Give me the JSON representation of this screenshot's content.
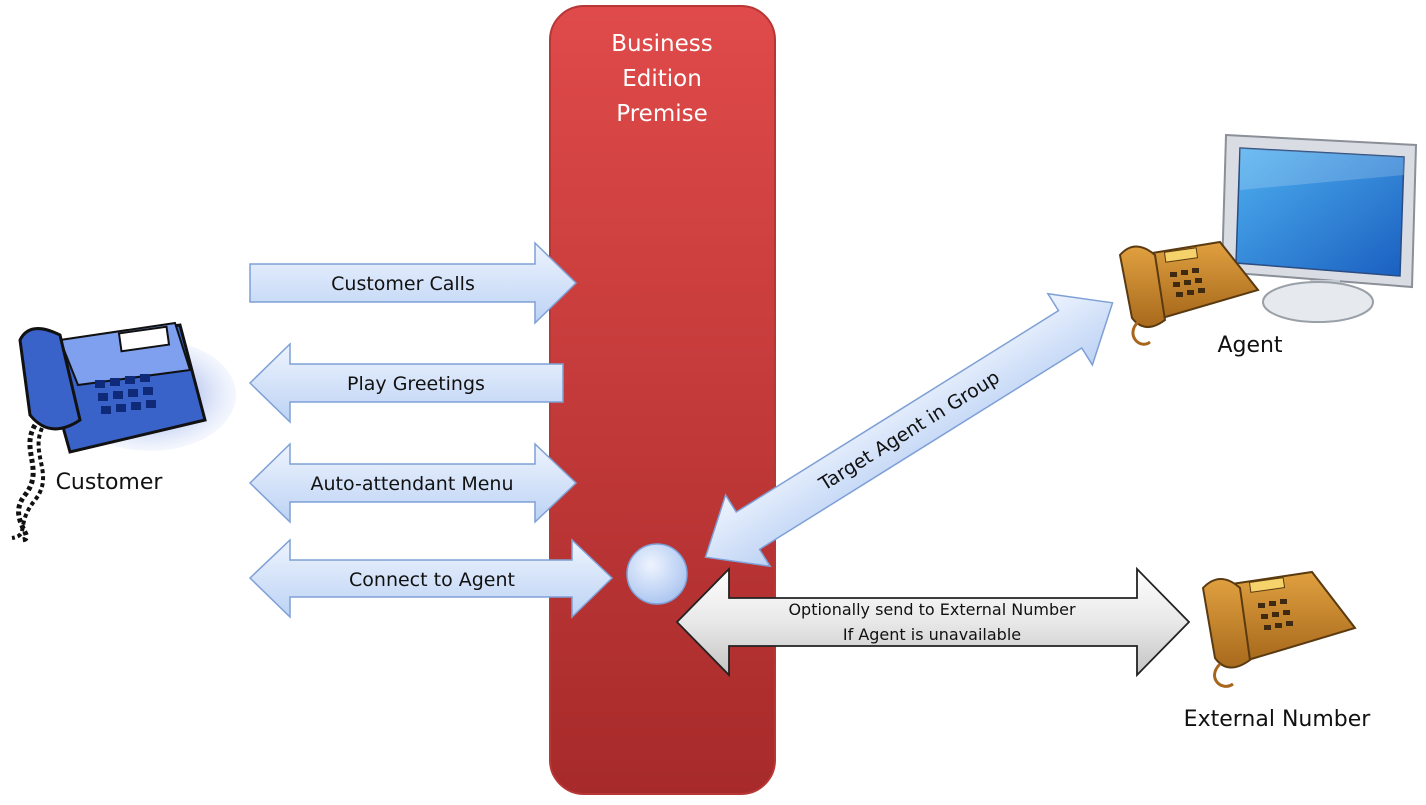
{
  "premise": {
    "title_lines": [
      "Business",
      "Edition",
      "Premise"
    ],
    "color": "#d94646"
  },
  "nodes": {
    "customer": "Customer",
    "agent": "Agent",
    "external": "External Number"
  },
  "flows": {
    "customer_calls": "Customer Calls",
    "play_greetings": "Play Greetings",
    "auto_attendant": "Auto-attendant Menu",
    "connect_agent": "Connect to Agent",
    "target_agent": "Target Agent in Group",
    "external_line1": "Optionally send to External Number",
    "external_line2": "If Agent is unavailable"
  },
  "icons": {
    "customer": "desk-phone-icon",
    "agent_phone": "office-phone-icon",
    "agent_monitor": "monitor-icon",
    "external_phone": "office-phone-icon"
  },
  "colors": {
    "arrow_fill": "#d8e6fb",
    "arrow_stroke": "#7ea0d6",
    "grey_arrow_fill": "#e6e6e6",
    "grey_arrow_stroke": "#222222",
    "phone_blue": "#3a63c9",
    "phone_orange": "#c98a2e"
  }
}
